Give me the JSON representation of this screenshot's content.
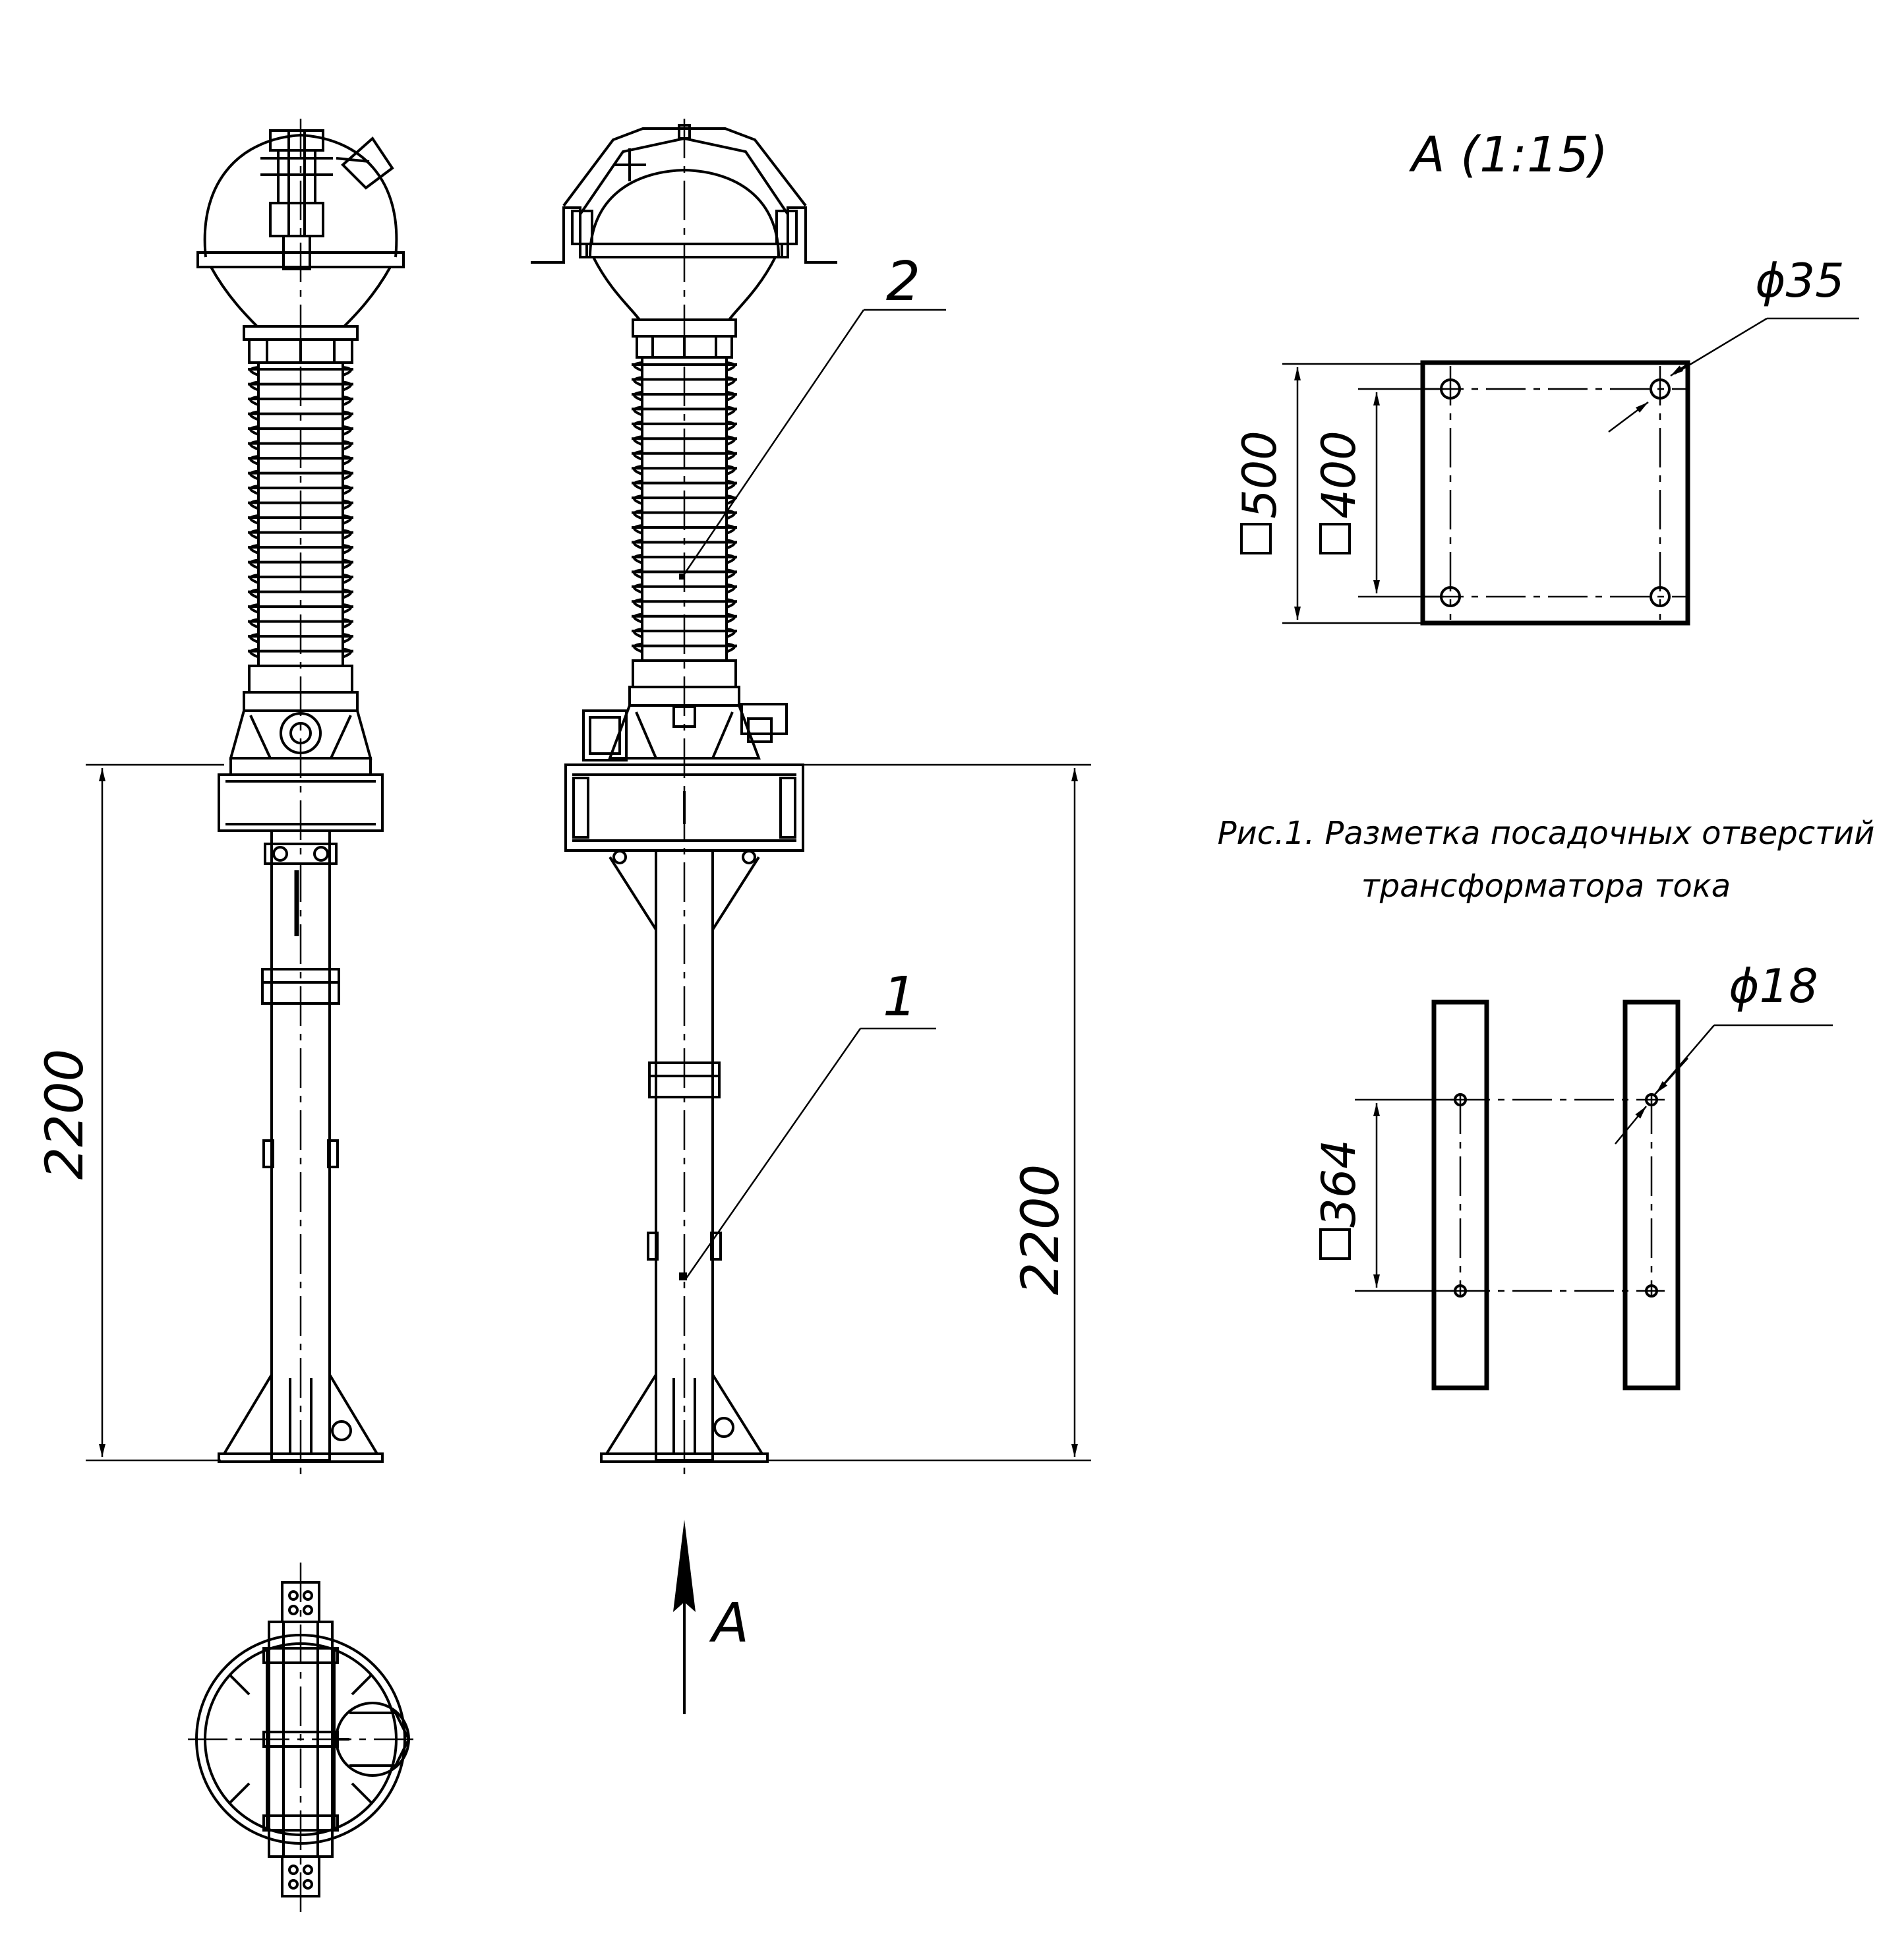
{
  "view_a": {
    "title": "А (1:15)",
    "hole_diameter": "ϕ35",
    "outer_square": "500",
    "inner_square": "400"
  },
  "caption": {
    "line1": "Рис.1. Разметка посадочных отверстий",
    "line2": "трансформатора тока"
  },
  "rails": {
    "hole_diameter": "ϕ18",
    "square_spacing": "364"
  },
  "main_views": {
    "height_left": "2200",
    "height_right": "2200",
    "callout_2": "2",
    "callout_1": "1",
    "view_arrow_label": "А"
  }
}
